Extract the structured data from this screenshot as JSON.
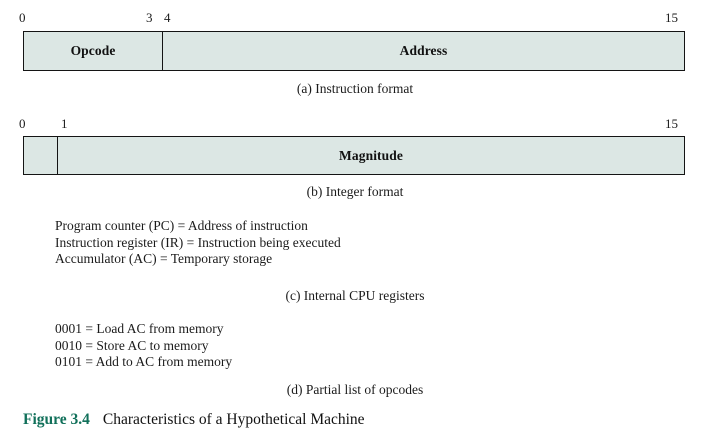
{
  "figure": {
    "number_label": "Figure 3.4",
    "title": "Characteristics of a Hypothetical Machine",
    "accent_color": "#11705a",
    "box_fill_color": "#dce7e4",
    "box_border_color": "#141414",
    "text_color": "#1b1b1b"
  },
  "instruction_format": {
    "caption": "(a) Instruction format",
    "bit_labels": {
      "start": "0",
      "field1_end": "3",
      "field2_start": "4",
      "end": "15"
    },
    "fields": [
      {
        "name": "Opcode",
        "bits": "0-3"
      },
      {
        "name": "Address",
        "bits": "4-15"
      }
    ]
  },
  "integer_format": {
    "caption": "(b) Integer format",
    "bit_labels": {
      "start": "0",
      "magnitude_start": "1",
      "end": "15"
    },
    "fields": [
      {
        "name": "",
        "bits": "0"
      },
      {
        "name": "Magnitude",
        "bits": "1-15"
      }
    ]
  },
  "cpu_registers": {
    "caption": "(c) Internal CPU registers",
    "lines": [
      "Program counter (PC) = Address of instruction",
      "Instruction register (IR) = Instruction being executed",
      "Accumulator (AC) = Temporary storage"
    ]
  },
  "opcodes": {
    "caption": "(d) Partial list of opcodes",
    "lines": [
      "0001 = Load AC from memory",
      "0010 = Store AC to memory",
      "0101 = Add to AC from memory"
    ]
  }
}
